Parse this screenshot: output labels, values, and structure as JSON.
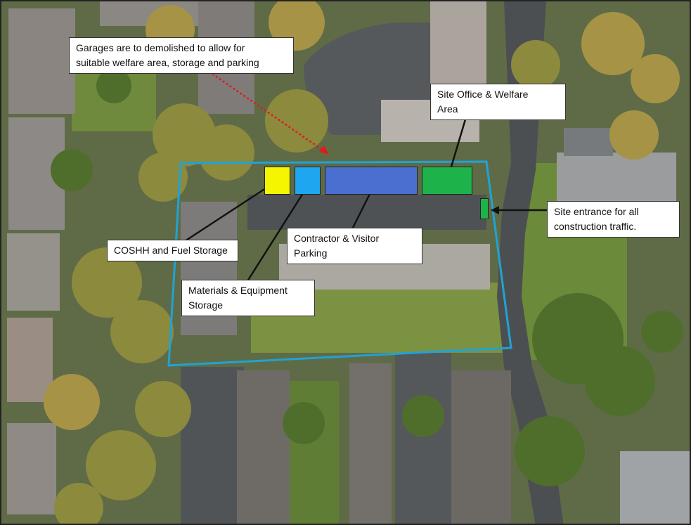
{
  "labels": {
    "garages": "Garages are to demolished to allow for\nsuitable welfare area, storage and parking",
    "site_office": "Site Office & Welfare\nArea",
    "site_entrance": "Site entrance for all\nconstruction traffic.",
    "coshh": "COSHH and Fuel Storage",
    "contractor_parking": "Contractor & Visitor\nParking",
    "materials": "Materials & Equipment\nStorage"
  },
  "zones": [
    {
      "id": "coshh-fuel-storage",
      "color": "#f5f500"
    },
    {
      "id": "materials-equipment-storage",
      "color": "#1ea7f0"
    },
    {
      "id": "contractor-visitor-parking",
      "color": "#4a6fd0"
    },
    {
      "id": "site-office-welfare",
      "color": "#1db34a"
    },
    {
      "id": "site-entrance",
      "color": "#1db34a"
    }
  ],
  "colors": {
    "site_boundary": "#1fa3d6",
    "demolition_arrow": "#e01b1b",
    "leader_line": "#111111"
  }
}
